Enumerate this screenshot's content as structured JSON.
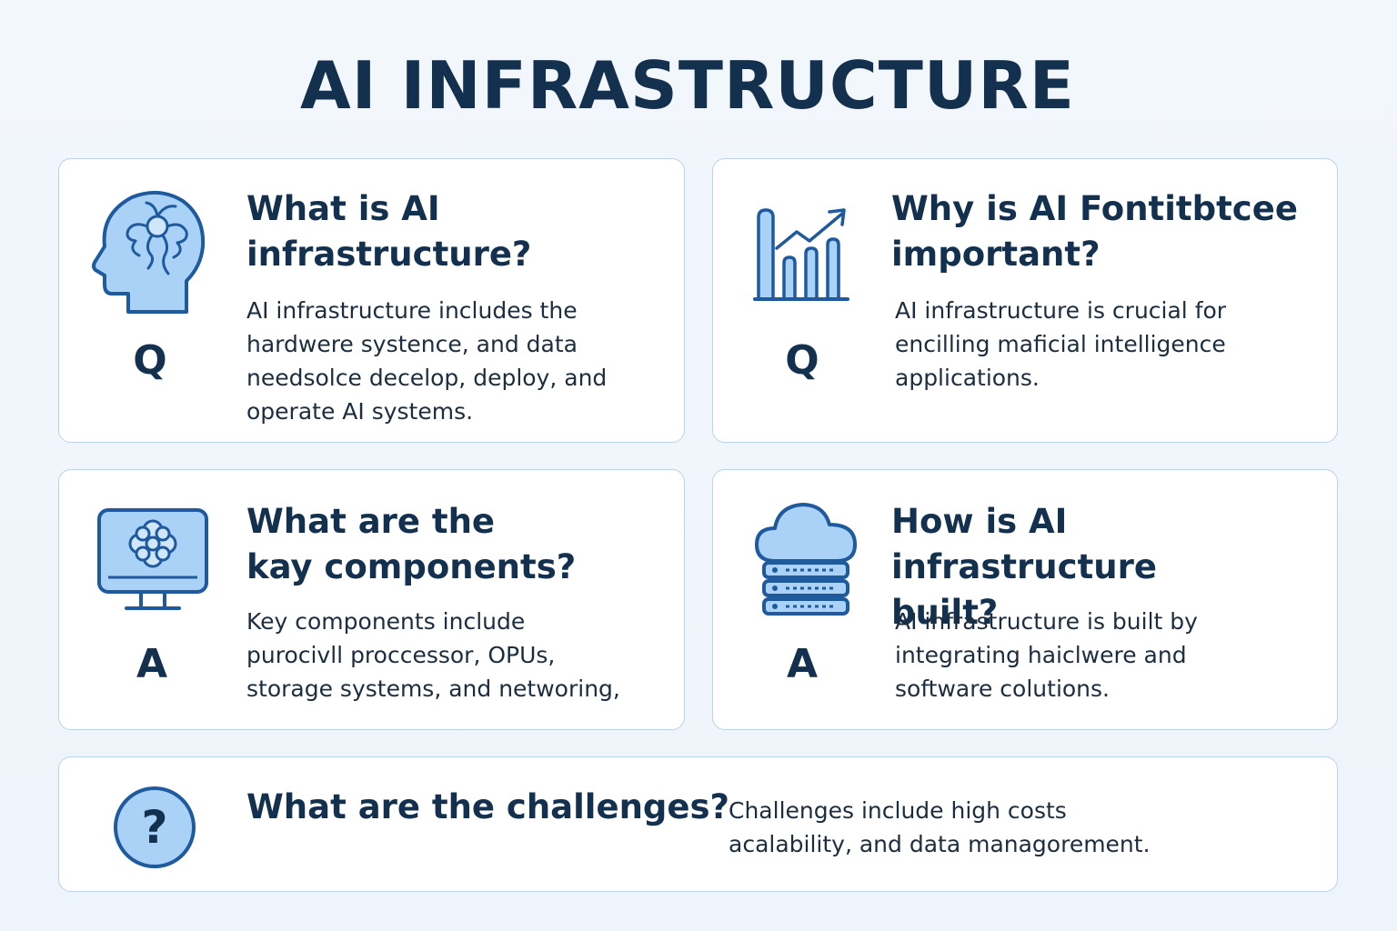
{
  "title": "AI INFRASTRUCTURE",
  "cards": [
    {
      "icon": "head-brain-icon",
      "letter": "Q",
      "title_line1": "What is AI",
      "title_line2": "infrastructure?",
      "body_line1": "AI infrastructure includes the",
      "body_line2": "hardwere systence, and data",
      "body_line3": "needsolce decelop, deploy, and",
      "body_line4": "operate AI systems."
    },
    {
      "icon": "bar-chart-trend-icon",
      "letter": "Q",
      "title_line1": "Why is AI Fontitbtcee",
      "title_line2": "important?",
      "body_line1": "AI infrastructure is crucial for",
      "body_line2": "encilling maficial intelligence",
      "body_line3": "applications."
    },
    {
      "icon": "monitor-chip-icon",
      "letter": "A",
      "title_line1": "What are the",
      "title_line2": "kay components?",
      "body_line1": "Key components include",
      "body_line2": "purocivll proccessor, OPUs,",
      "body_line3": "storage systems, and networing,"
    },
    {
      "icon": "cloud-server-icon",
      "letter": "A",
      "title_line1": "How is AI infrastructure",
      "title_line2": "built?",
      "body_line1": "AI infrastructure is built by",
      "body_line2": "integrating haiclwere and",
      "body_line3": "software colutions."
    },
    {
      "icon": "question-circle-icon",
      "title_line1": "What are the challenges?",
      "body_line1": "Challenges include high costs",
      "body_line2": "acalability, and data managorement."
    }
  ],
  "colors": {
    "icon_fill": "#a9d2f6",
    "icon_stroke": "#1f5a9e",
    "text_dark": "#14304f",
    "card_border": "#b9d3ea"
  }
}
